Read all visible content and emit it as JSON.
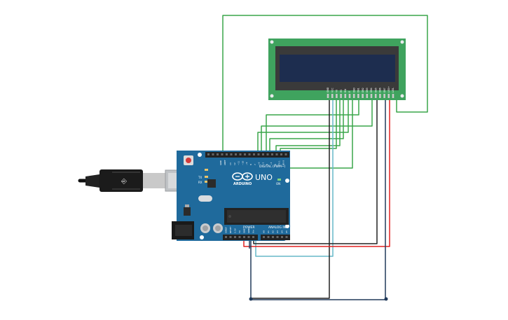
{
  "board": {
    "brand": "ARDUINO",
    "model": "UNO",
    "digital_label": "DIGITAL (PWM~)",
    "power_label": "POWER",
    "analog_label": "ANALOG IN",
    "pin_aref": "AREF",
    "pin_gnd": "GND",
    "tx_label": "TX",
    "rx_label": "RX",
    "on_label": "ON",
    "digital_pins": [
      "13",
      "12",
      "~11",
      "~10",
      "~9",
      "8",
      "7",
      "~6",
      "~5",
      "4",
      "~3",
      "2",
      "TX 1",
      "RX 0"
    ],
    "power_pins": [
      "IOREF",
      "RESET",
      "3.3V",
      "5V",
      "GND",
      "GND",
      "Vin"
    ],
    "analog_pins": [
      "A0",
      "A1",
      "A2",
      "A3",
      "A4",
      "A5"
    ]
  },
  "lcd": {
    "pins": [
      "GND",
      "VCC",
      "V0",
      "RS",
      "RW",
      "E",
      "DB0",
      "DB1",
      "DB2",
      "DB3",
      "DB4",
      "DB5",
      "DB6",
      "DB7",
      "LED+",
      "LED-"
    ]
  },
  "colors": {
    "board": "#1f6a9c",
    "lcd_pcb": "#3fa35e",
    "lcd_screen": "#1d2d4f",
    "wire_green": "#3aa54a",
    "wire_black": "#222222",
    "wire_red": "#e02020",
    "wire_cyan": "#66b8c8",
    "wire_navy": "#203a5a"
  }
}
